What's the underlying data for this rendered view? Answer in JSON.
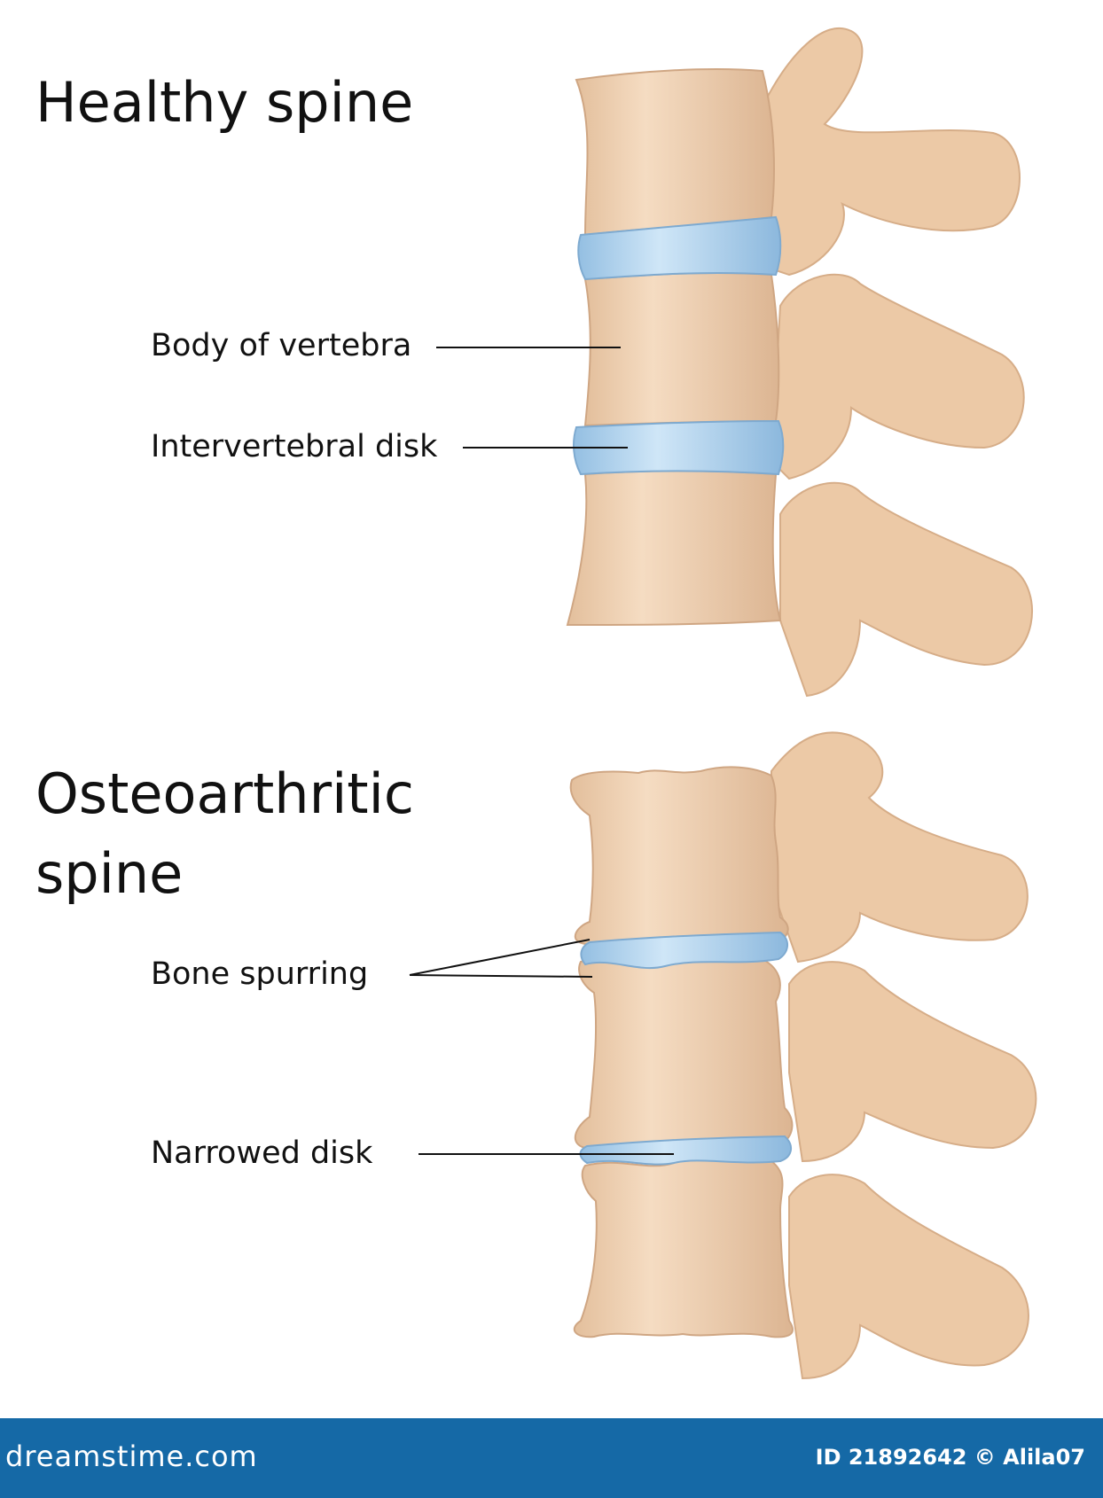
{
  "headings": {
    "healthy": "Healthy spine",
    "osteo_line1": "Osteoarthritic",
    "osteo_line2": "spine"
  },
  "labels": {
    "body_of_vertebra": "Body of vertebra",
    "intervertebral_disk": "Intervertebral disk",
    "bone_spurring": "Bone spurring",
    "narrowed_disk": "Narrowed disk"
  },
  "footer": {
    "brand": "dreamstime.com",
    "image_id": "ID 21892642 © Alila07"
  },
  "colors": {
    "bone": "#f2d5b8",
    "bone_shadow": "#d9b593",
    "disk": "#a8cdea",
    "disk_light": "#cfe6f7",
    "footer": "#1569a6",
    "leader_line": "#111111"
  }
}
